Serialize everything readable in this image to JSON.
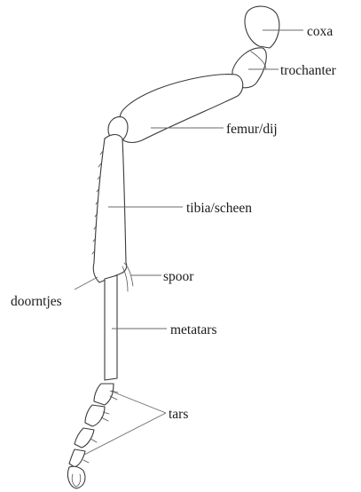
{
  "labels": {
    "coxa": "coxa",
    "trochanter": "trochanter",
    "femur": "femur/dij",
    "tibia": "tibia/scheen",
    "spoor": "spoor",
    "doorntjes": "doorntjes",
    "metatars": "metatars",
    "tars": "tars"
  },
  "colors": {
    "outline": "#3a3a3a",
    "leader": "#6a6a6a",
    "text": "#1a1a1a"
  }
}
